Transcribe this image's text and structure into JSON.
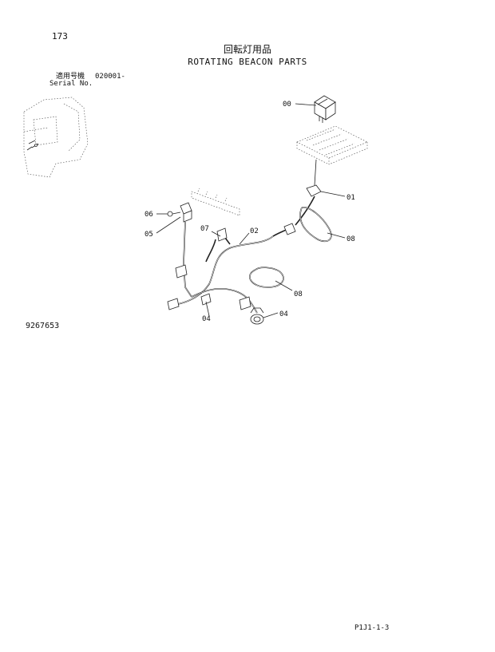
{
  "header": {
    "page_number": "173",
    "title_ja": "回転灯用品",
    "title_en": "ROTATING BEACON PARTS",
    "serial_label_ja": "適用号機",
    "serial_value": "020001-",
    "serial_label_en": "Serial No."
  },
  "diagram": {
    "callouts": {
      "c00": "00",
      "c01": "01",
      "c02": "02",
      "c04a": "04",
      "c04b": "04",
      "c05": "05",
      "c06": "06",
      "c07": "07",
      "c08a": "08",
      "c08b": "08"
    }
  },
  "footer": {
    "drawing_number": "9267653",
    "page_code": "P1J1-1-3"
  }
}
